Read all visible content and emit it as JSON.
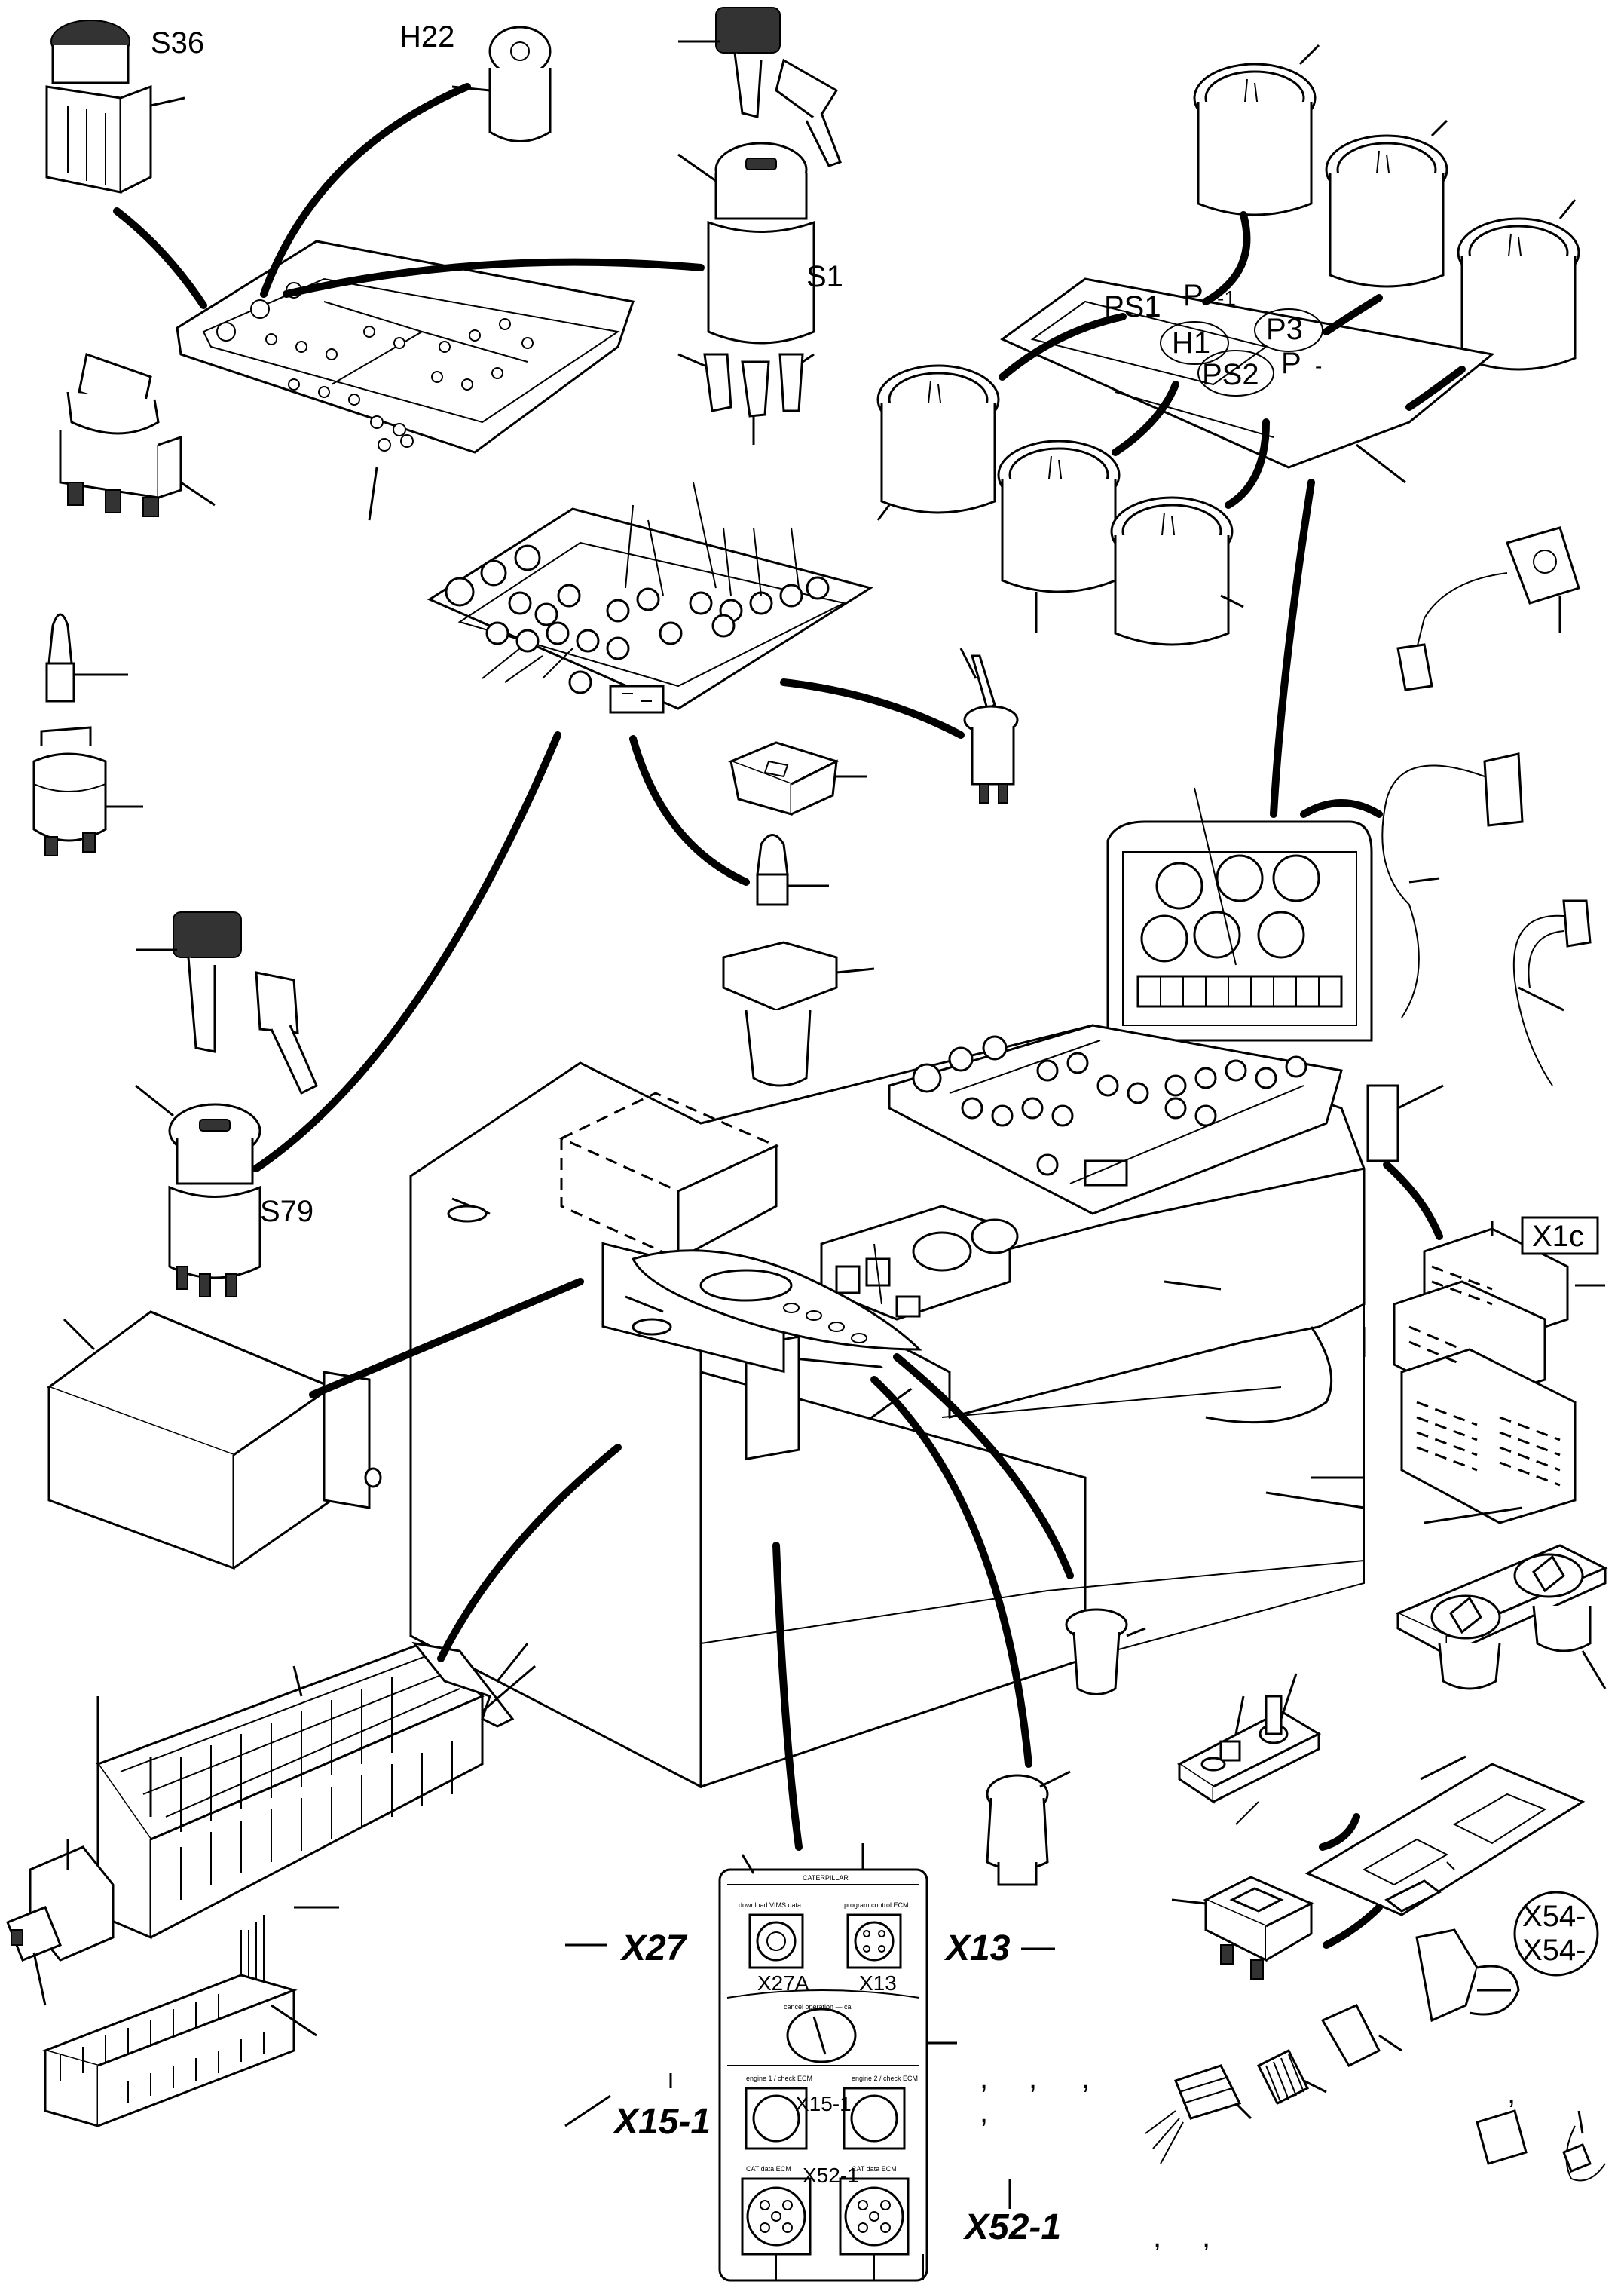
{
  "labels": {
    "s36": "S36",
    "h22": "H22",
    "s1": "S1",
    "s79": "S79",
    "ps1": "PS1",
    "ps2": "PS2",
    "h1": "H1",
    "p3": "P3",
    "p_1": "P",
    "p_1_suffix": "-1",
    "p_2": "P",
    "p_2_suffix": "-",
    "x1c": "X1c",
    "x54a": "X54-",
    "x54b": "X54-",
    "x27": "X27",
    "x13": "X13",
    "x15_1": "X15-1",
    "x52_1": "X52-1",
    "x27a_small": "X27A",
    "x13_small": "X13",
    "x15_1_small": "X15-1",
    "x52_1_small": "X52-1"
  },
  "plate_text": {
    "header": "CATERPILLAR",
    "left_top": "download VIMS data",
    "right_top": "program control ECM",
    "mid": "cancel operation — ca",
    "left_mid": "engine 1 / check ECM",
    "right_mid": "engine 2 / check ECM",
    "left_bottom": "CAT data ECM",
    "right_bottom": "CAT data ECM"
  },
  "commas": [
    ",",
    ",",
    ",",
    ",",
    ",",
    ",",
    ","
  ]
}
